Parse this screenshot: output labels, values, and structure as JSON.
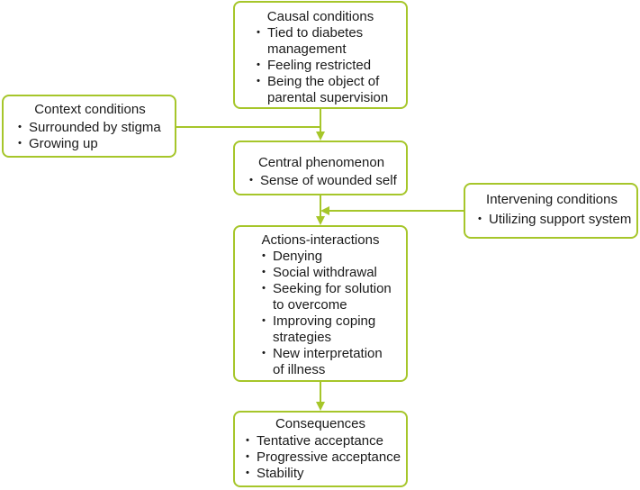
{
  "boxes": {
    "causal": {
      "title": "Causal conditions",
      "items": [
        "Tied to diabetes\nmanagement",
        "Feeling restricted",
        "Being the object of\nparental supervision"
      ]
    },
    "context": {
      "title": "Context conditions",
      "items": [
        "Surrounded by stigma",
        "Growing up"
      ]
    },
    "central": {
      "title": "Central phenomenon",
      "items": [
        "Sense of wounded self"
      ]
    },
    "intervening": {
      "title": "Intervening conditions",
      "items": [
        "Utilizing support system"
      ]
    },
    "actions": {
      "title": "Actions-interactions",
      "items": [
        "Denying",
        "Social withdrawal",
        "Seeking for solution\nto overcome",
        "Improving coping\nstrategies",
        "New interpretation\nof illness"
      ]
    },
    "consequences": {
      "title": "Consequences",
      "items": [
        "Tentative acceptance",
        "Progressive acceptance",
        "Stability"
      ]
    }
  },
  "colors": {
    "border": "#a6c62a",
    "connector": "#a6c62a",
    "text": "#1a1a1a"
  }
}
